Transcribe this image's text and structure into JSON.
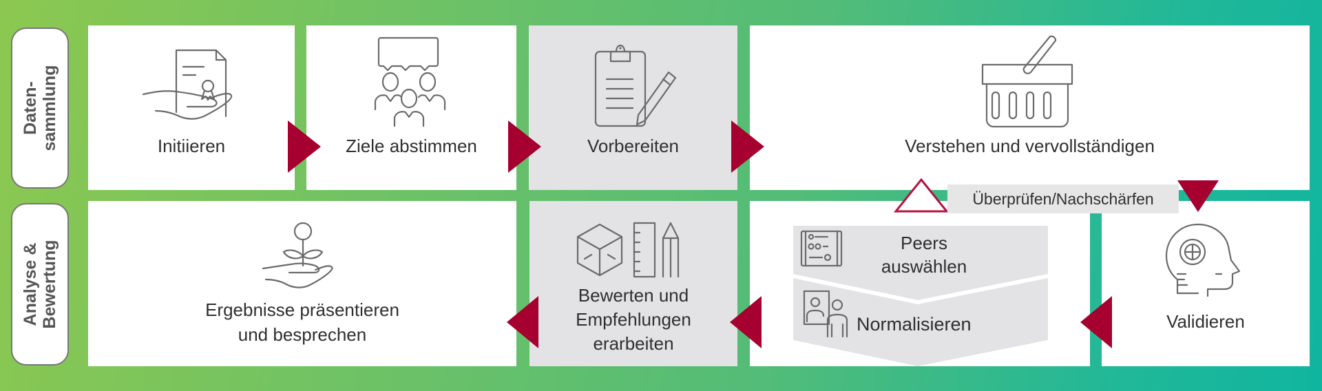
{
  "rows": [
    {
      "label_line1": "Daten-",
      "label_line2": "sammlung"
    },
    {
      "label_line1": "Analyse &",
      "label_line2": "Bewertung"
    }
  ],
  "steps": {
    "initiieren": {
      "label": "Initiieren",
      "icon": "hand-certificate-icon"
    },
    "ziele": {
      "label": "Ziele abstimmen",
      "icon": "team-discussion-icon"
    },
    "vorbereiten": {
      "label": "Vorbereiten",
      "icon": "clipboard-pencil-icon"
    },
    "verstehen": {
      "label": "Verstehen und vervollständigen",
      "icon": "basket-icon"
    },
    "validieren": {
      "label": "Validieren",
      "icon": "head-brain-icon"
    },
    "peers": {
      "label_line1": "Peers",
      "label_line2": "auswählen",
      "icon": "board-icon"
    },
    "normalisieren": {
      "label": "Normalisieren",
      "icon": "people-frame-icon"
    },
    "bewerten": {
      "label_line1": "Bewerten und",
      "label_line2": "Empfehlungen",
      "label_line3": "erarbeiten",
      "icon": "cube-ruler-pencil-icon"
    },
    "ergebnisse": {
      "label_line1": "Ergebnisse präsentieren",
      "label_line2": "und besprechen",
      "icon": "hand-plant-icon"
    }
  },
  "feedback": {
    "label": "Überprüfen/Nachschärfen"
  },
  "colors": {
    "arrow": "#a5002f",
    "gray_box": "#e3e3e5",
    "bg_left": "#8cc850",
    "bg_right": "#10b59f"
  }
}
